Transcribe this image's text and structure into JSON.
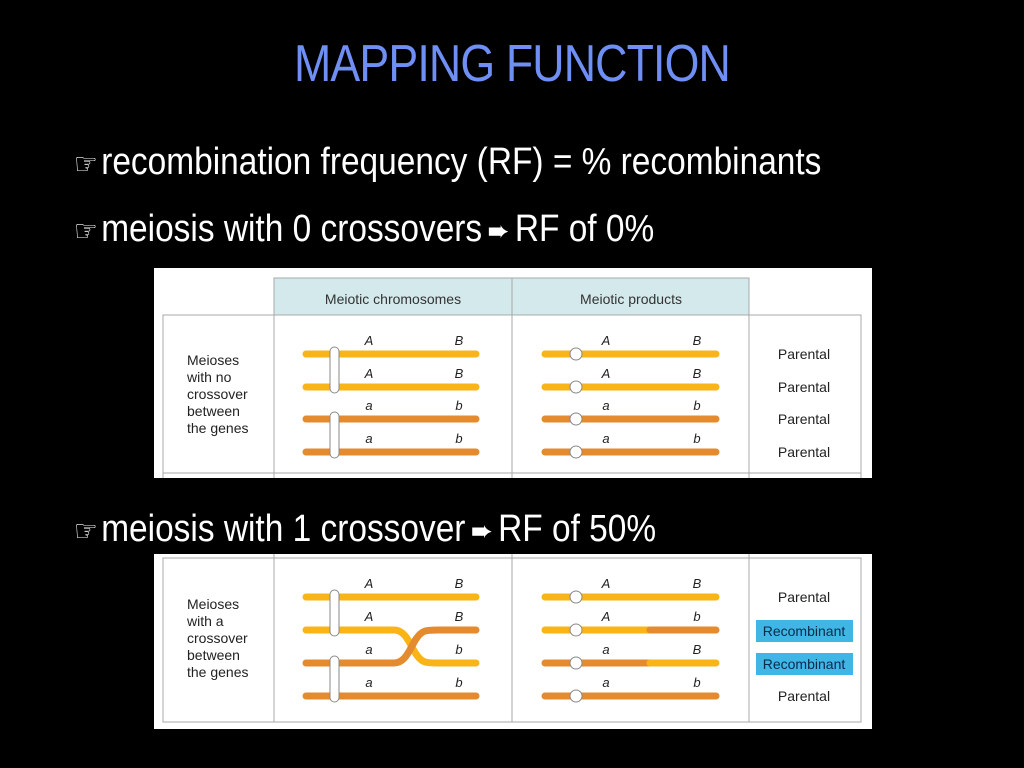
{
  "slide": {
    "title": "MAPPING FUNCTION",
    "bullets": [
      "recombination frequency (RF) = % recombinants",
      "meiosis with 0 crossovers",
      "RF of 0%",
      "meiosis with 1 crossover",
      "RF of 50%"
    ]
  },
  "icons": {
    "bullet": "pointing-hand-icon",
    "arrow": "right-arrow-icon"
  },
  "colors": {
    "title": "#6f8ff5",
    "dominant_chromosome": "#f9b417",
    "recessive_chromosome": "#e38b2e",
    "header_fill": "#d3e9ec",
    "recombinant_highlight": "#3fb6e6"
  },
  "diagram": {
    "headers": {
      "chromosomes": "Meiotic chromosomes",
      "products": "Meiotic products"
    },
    "no_crossover": {
      "label_lines": [
        "Meioses",
        "with no",
        "crossover",
        "between",
        "the genes"
      ],
      "chromosome_alleles": [
        [
          "A",
          "B"
        ],
        [
          "A",
          "B"
        ],
        [
          "a",
          "b"
        ],
        [
          "a",
          "b"
        ]
      ],
      "product_alleles": [
        [
          "A",
          "B"
        ],
        [
          "A",
          "B"
        ],
        [
          "a",
          "b"
        ],
        [
          "a",
          "b"
        ]
      ],
      "outcomes": [
        "Parental",
        "Parental",
        "Parental",
        "Parental"
      ]
    },
    "crossover": {
      "label_lines": [
        "Meioses",
        "with a",
        "crossover",
        "between",
        "the genes"
      ],
      "chromosome_alleles": [
        [
          "A",
          "B"
        ],
        [
          "A",
          "B"
        ],
        [
          "a",
          "b"
        ],
        [
          "a",
          "b"
        ]
      ],
      "product_alleles": [
        [
          "A",
          "B"
        ],
        [
          "A",
          "b"
        ],
        [
          "a",
          "B"
        ],
        [
          "a",
          "b"
        ]
      ],
      "outcomes": [
        "Parental",
        "Recombinant",
        "Recombinant",
        "Parental"
      ]
    }
  }
}
